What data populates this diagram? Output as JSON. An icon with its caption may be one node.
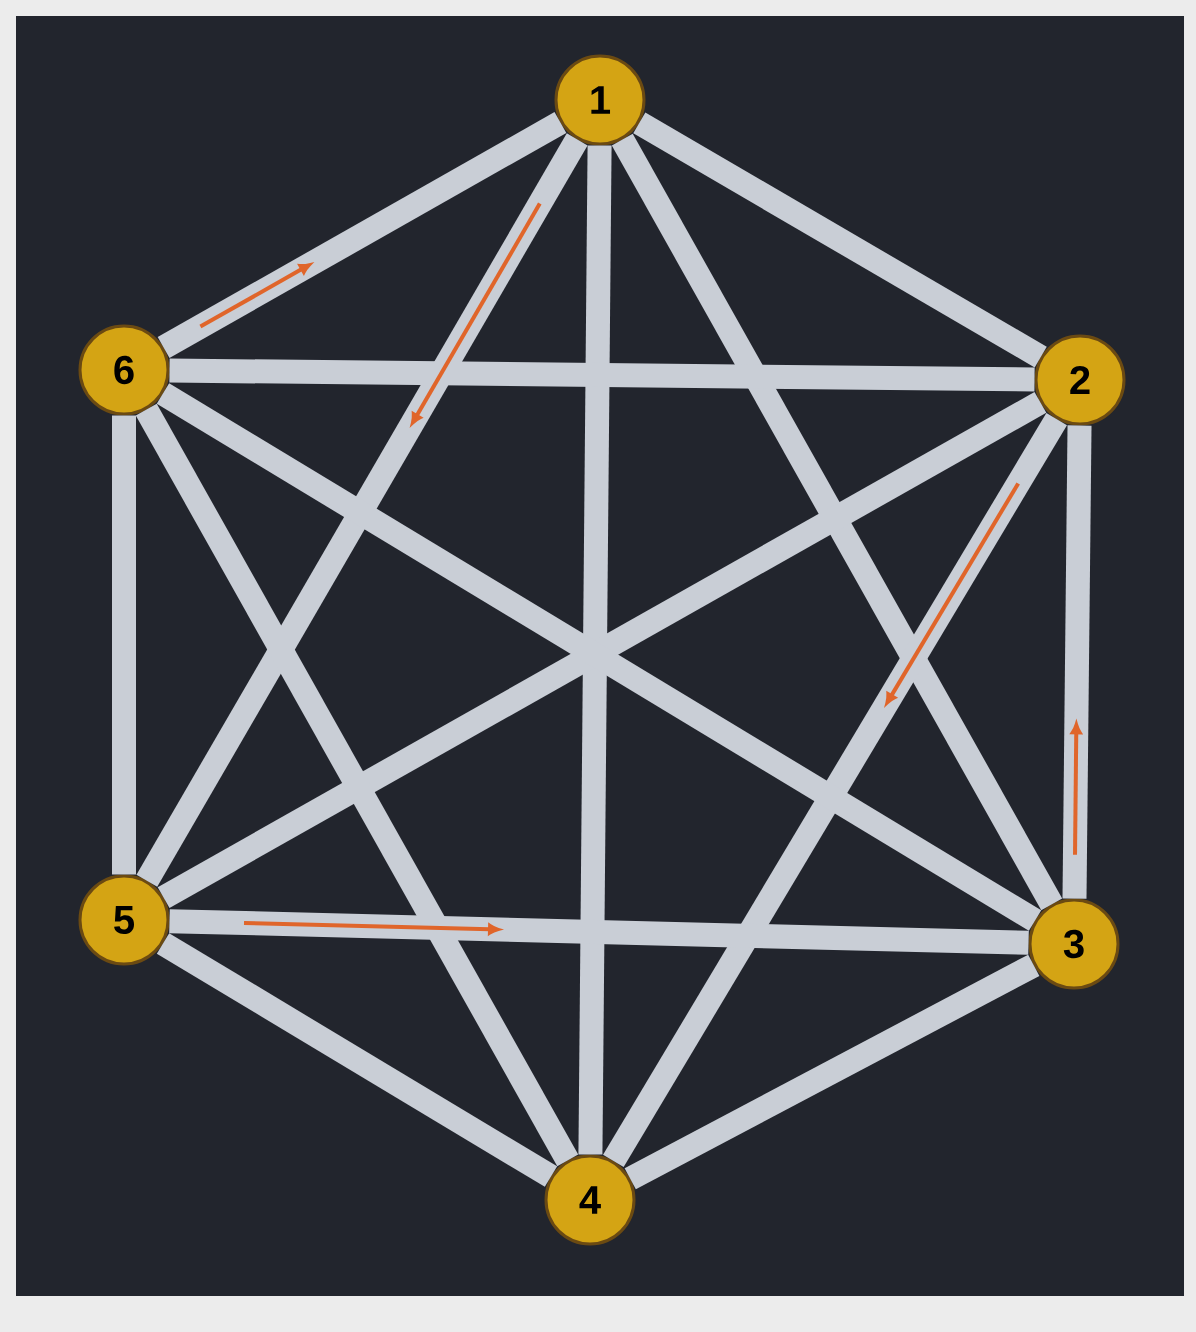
{
  "diagram": {
    "nodes": [
      {
        "text": [
          "1"
        ]
      },
      {
        "text": [
          "2"
        ]
      },
      {
        "text": [
          "3"
        ]
      },
      {
        "text": [
          "4"
        ]
      },
      {
        "text": [
          "5"
        ]
      },
      {
        "text": [
          "6"
        ]
      }
    ],
    "edges": [
      {
        "from": 0,
        "to": 1,
        "arrow": "none"
      },
      {
        "from": 0,
        "to": 2,
        "arrow": "none"
      },
      {
        "from": 0,
        "to": 3,
        "arrow": "none"
      },
      {
        "from": 0,
        "to": 4,
        "arrow": "none"
      },
      {
        "from": 0,
        "to": 5,
        "arrow": "none"
      },
      {
        "from": 1,
        "to": 2,
        "arrow": "none"
      },
      {
        "from": 1,
        "to": 3,
        "arrow": "none"
      },
      {
        "from": 1,
        "to": 4,
        "arrow": "none"
      },
      {
        "from": 1,
        "to": 5,
        "arrow": "none"
      },
      {
        "from": 2,
        "to": 3,
        "arrow": "none"
      },
      {
        "from": 2,
        "to": 4,
        "arrow": "none"
      },
      {
        "from": 2,
        "to": 5,
        "arrow": "none"
      },
      {
        "from": 3,
        "to": 4,
        "arrow": "none"
      },
      {
        "from": 3,
        "to": 5,
        "arrow": "none"
      },
      {
        "from": 4,
        "to": 5,
        "arrow": "none"
      }
    ]
  }
}
